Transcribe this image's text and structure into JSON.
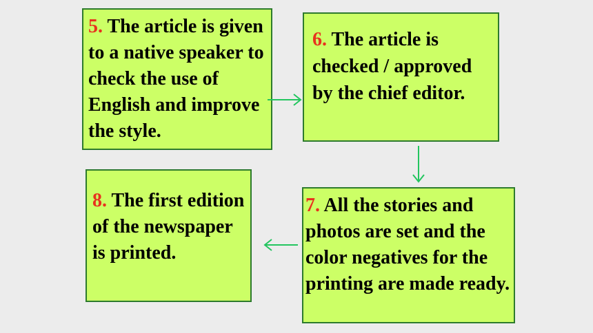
{
  "steps": [
    {
      "number": "5.",
      "text": " The article is given to a native speaker to check the use of English and improve the style."
    },
    {
      "number": "6.",
      "text": " The article is checked / approved by the chief editor."
    },
    {
      "number": "7.",
      "text": " All the stories and photos are set and the color negatives for the printing are made ready."
    },
    {
      "number": "8.",
      "text": " The first edition of the newspaper is printed."
    }
  ],
  "colors": {
    "box_fill": "#ccff66",
    "box_border": "#2d7a2d",
    "number": "#e8321e",
    "arrow": "#22c55e",
    "background": "#ececec"
  }
}
